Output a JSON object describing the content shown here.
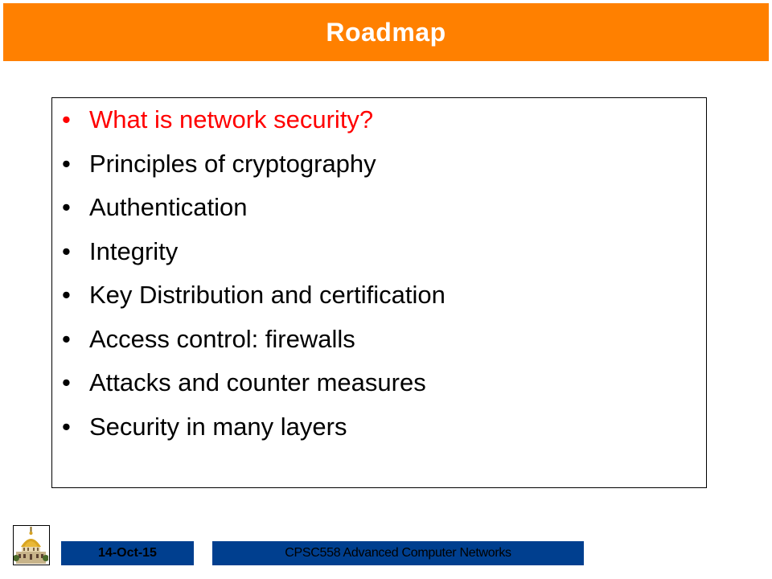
{
  "slide": {
    "title": "Roadmap",
    "bullets": [
      {
        "text": "What is network security?",
        "highlighted": true
      },
      {
        "text": "Principles of cryptography",
        "highlighted": false
      },
      {
        "text": "Authentication",
        "highlighted": false
      },
      {
        "text": "Integrity",
        "highlighted": false
      },
      {
        "text": "Key Distribution and certification",
        "highlighted": false
      },
      {
        "text": "Access control: firewalls",
        "highlighted": false
      },
      {
        "text": "Attacks and counter measures",
        "highlighted": false
      },
      {
        "text": "Security in many layers",
        "highlighted": false
      }
    ],
    "bullet_glyph": "•"
  },
  "footer": {
    "date": "14-Oct-15",
    "course": "CPSC558 Advanced Computer Networks",
    "logo_icon": "golden-dome-logo-icon"
  },
  "colors": {
    "title_bar": "#ff8000",
    "highlight_text": "#ff0000",
    "footer_bar": "#003f8f"
  }
}
